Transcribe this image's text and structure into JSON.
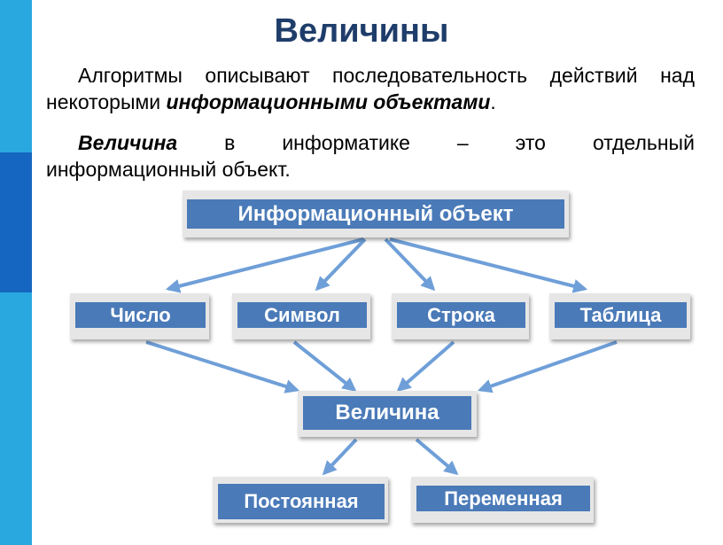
{
  "title": "Величины",
  "para1": {
    "text": "Алгоритмы описывают последовательность действий над некоторыми ",
    "emph": "информационными объектами",
    "end": "."
  },
  "para2": {
    "emph": "Величина",
    "w1": "в",
    "w2": "информатике",
    "w3": "–",
    "w4": "это",
    "w5": "отдельный",
    "line2": "информационный объект."
  },
  "diagram": {
    "root": "Информационный объект",
    "children": [
      "Число",
      "Символ",
      "Строка",
      "Таблица"
    ],
    "middle": "Величина",
    "leaves": [
      "Постоянная",
      "Переменная"
    ]
  },
  "colors": {
    "sidebar": "#29a8e0",
    "sidebar_accent": "#1566c0",
    "title": "#1f3d6b",
    "box_fill": "#4a7ab8",
    "arrow": "#6f9fd8"
  }
}
